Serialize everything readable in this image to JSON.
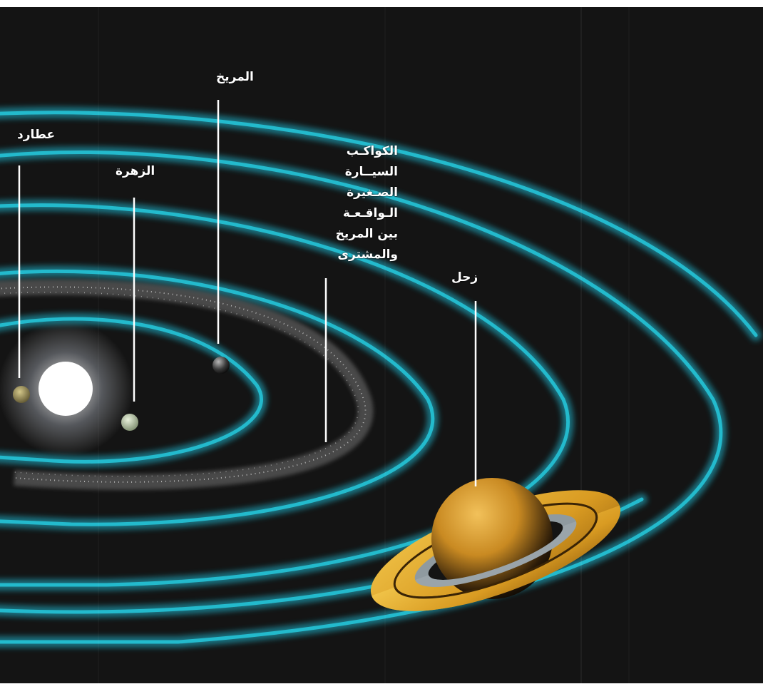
{
  "labels": {
    "mercury": "عطارد",
    "venus": "الزهرة",
    "mars": "المريخ",
    "asteroid_belt": [
      "الكواكـب",
      "السيــارة",
      "الصـغيرة",
      "الـواقـعـة",
      "بين المريخ",
      "والمشترى"
    ],
    "saturn": "زحل"
  },
  "colors": {
    "space": "#151515",
    "orbit": "#1fb4c6",
    "label": "#ffffff",
    "sun": "#ffffff",
    "saturn_ring": "#e2a72c",
    "saturn_body": "#c98a22"
  }
}
